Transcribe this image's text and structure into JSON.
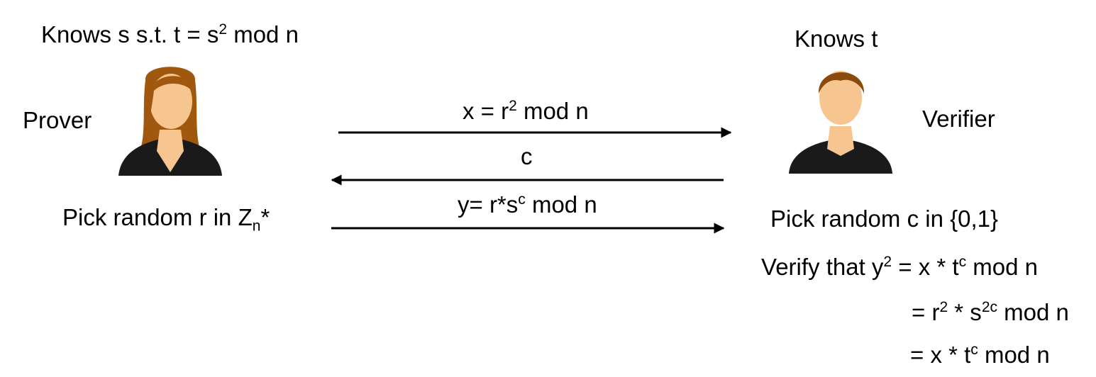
{
  "prover": {
    "knowledge": {
      "pre": "Knows s s.t. t = s",
      "sup": "2",
      "post": " mod n"
    },
    "label": "Prover",
    "action": {
      "pre": "Pick random r in Z",
      "sub": "n",
      "post": "*"
    }
  },
  "verifier": {
    "knowledge": "Knows t",
    "label": "Verifier",
    "action": "Pick random c in {0,1}",
    "checks": [
      {
        "pre": "Verify that y",
        "sup1": "2",
        "mid": " = x * t",
        "sup2": "c",
        "post": " mod n"
      },
      {
        "pre": "= r",
        "sup1": "2",
        "mid": " * s",
        "sup2": "2c",
        "post": " mod n"
      },
      {
        "pre": "= x * t",
        "sup1": "c",
        "post": " mod n"
      }
    ]
  },
  "messages": [
    {
      "pre": "x = r",
      "sup": "2",
      "post": " mod n",
      "direction": "to-verifier"
    },
    {
      "pre": "c",
      "direction": "to-prover"
    },
    {
      "pre": "y= r*s",
      "sup": "c",
      "post": " mod n",
      "direction": "to-verifier"
    }
  ],
  "colors": {
    "hair_female": "#a0580e",
    "hair_male": "#8a4a0c",
    "skin": "#f6c590",
    "clothing": "#1a1a1a",
    "arrow": "#000000"
  }
}
